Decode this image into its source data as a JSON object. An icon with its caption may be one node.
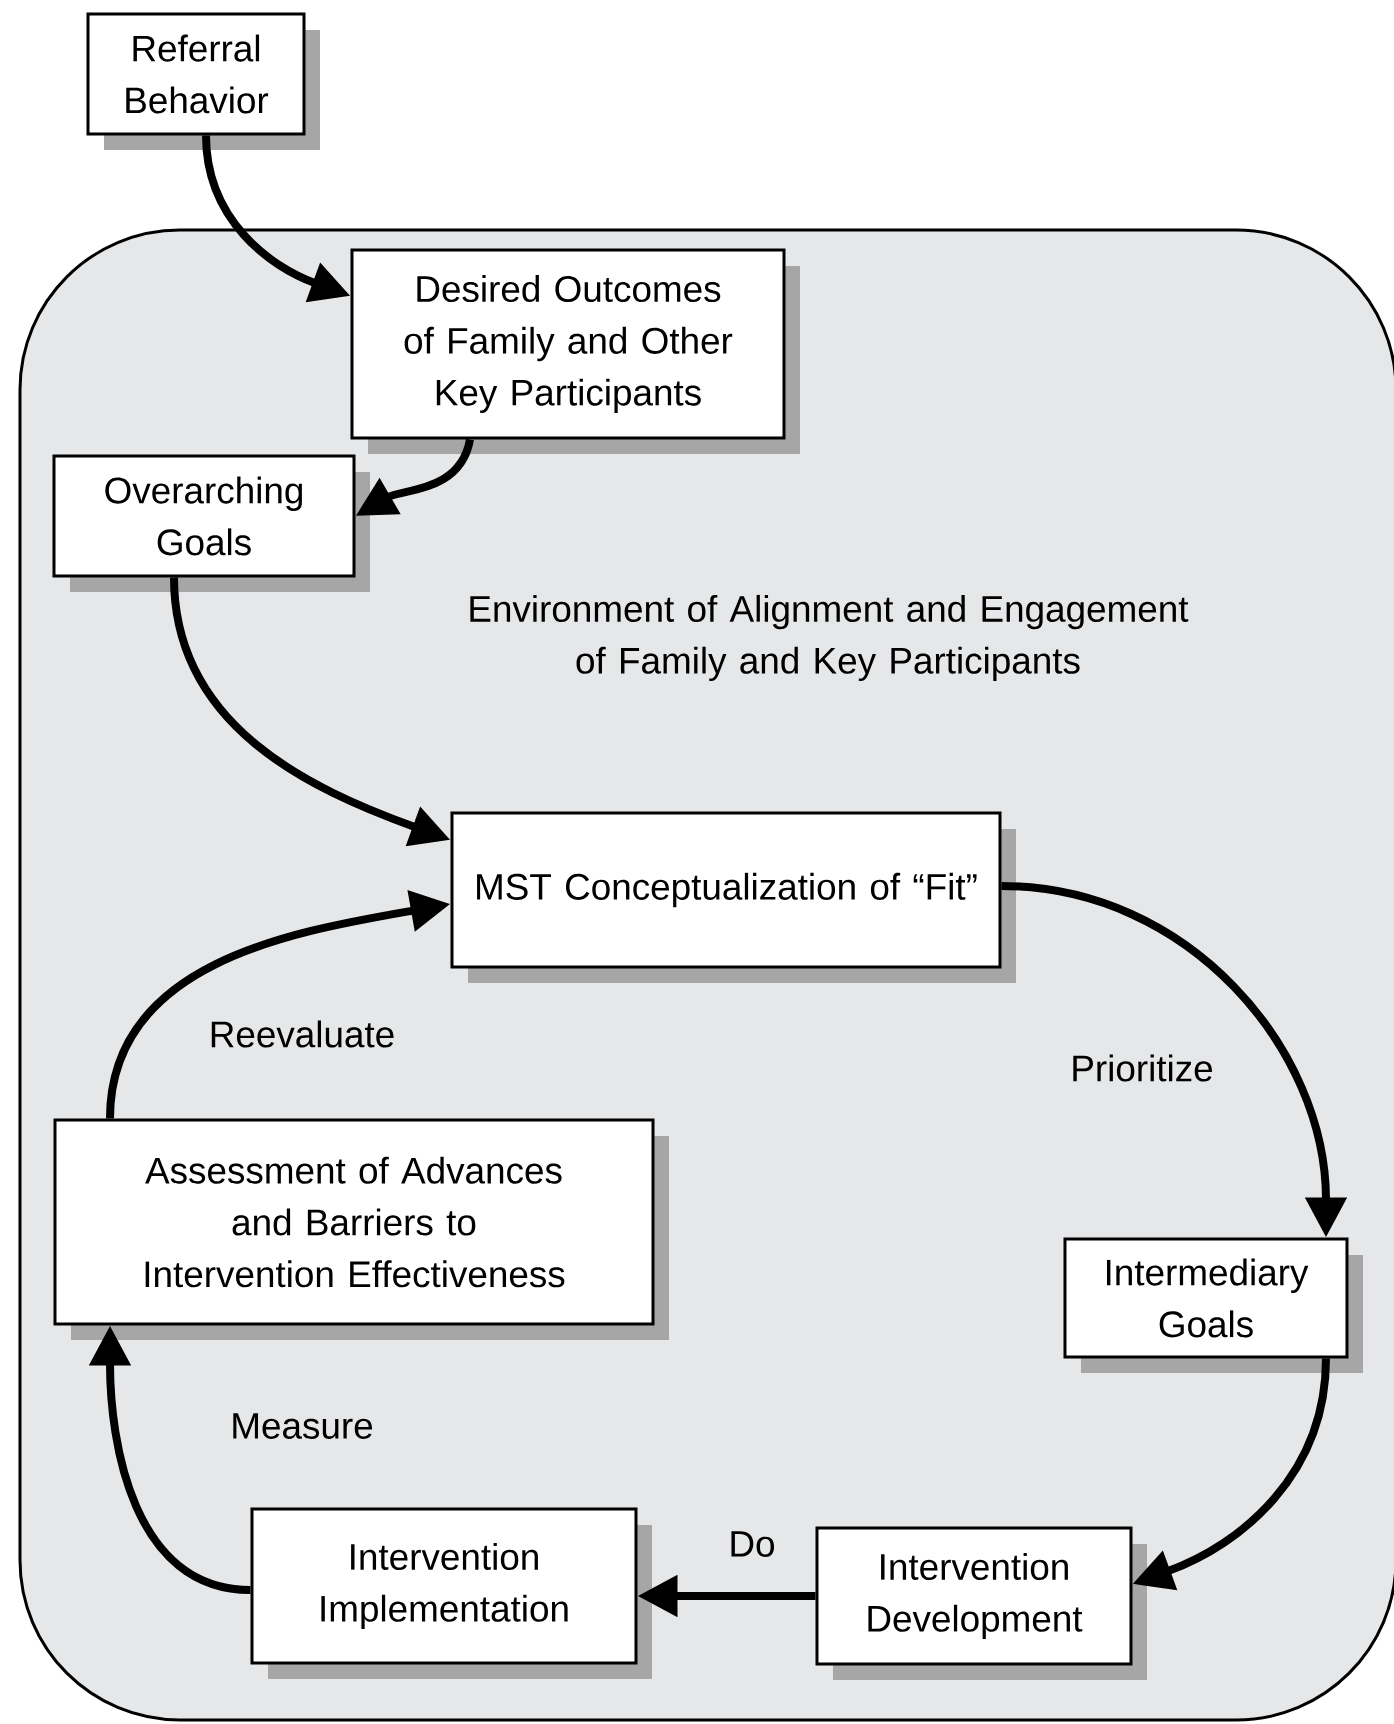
{
  "diagram": {
    "nodes": [
      {
        "text": [
          "Referral Behavior"
        ]
      },
      {
        "text": [
          "Environment of Alignment and Engagement of Family and Key Participants"
        ]
      },
      {
        "text": [
          "Desired Outcomes of Family and Other Key Participants"
        ],
        "in": 1
      },
      {
        "text": [
          "Overarching Goals"
        ],
        "in": 1
      },
      {
        "text": [
          "MST Conceptualization of “Fit”"
        ],
        "in": 1
      },
      {
        "text": [
          "Assessment of Advances and Barriers to Intervention Effectiveness"
        ],
        "in": 1
      },
      {
        "text": [
          "Intermediary Goals"
        ],
        "in": 1
      },
      {
        "text": [
          "Intervention Development"
        ],
        "in": 1
      },
      {
        "text": [
          "Intervention Implementation"
        ],
        "in": 1
      }
    ],
    "edges": [
      {
        "from": 0,
        "to": 2,
        "arrow": "to"
      },
      {
        "from": 2,
        "to": 3,
        "arrow": "to"
      },
      {
        "from": 3,
        "to": 4,
        "arrow": "to"
      },
      {
        "from": 4,
        "to": 6,
        "arrow": "to",
        "label": "Prioritize"
      },
      {
        "from": 6,
        "to": 7,
        "arrow": "to"
      },
      {
        "from": 7,
        "to": 8,
        "arrow": "to",
        "label": "Do"
      },
      {
        "from": 8,
        "to": 5,
        "arrow": "to",
        "label": "Measure"
      },
      {
        "from": 5,
        "to": 4,
        "arrow": "to",
        "label": "Reevaluate"
      }
    ]
  }
}
